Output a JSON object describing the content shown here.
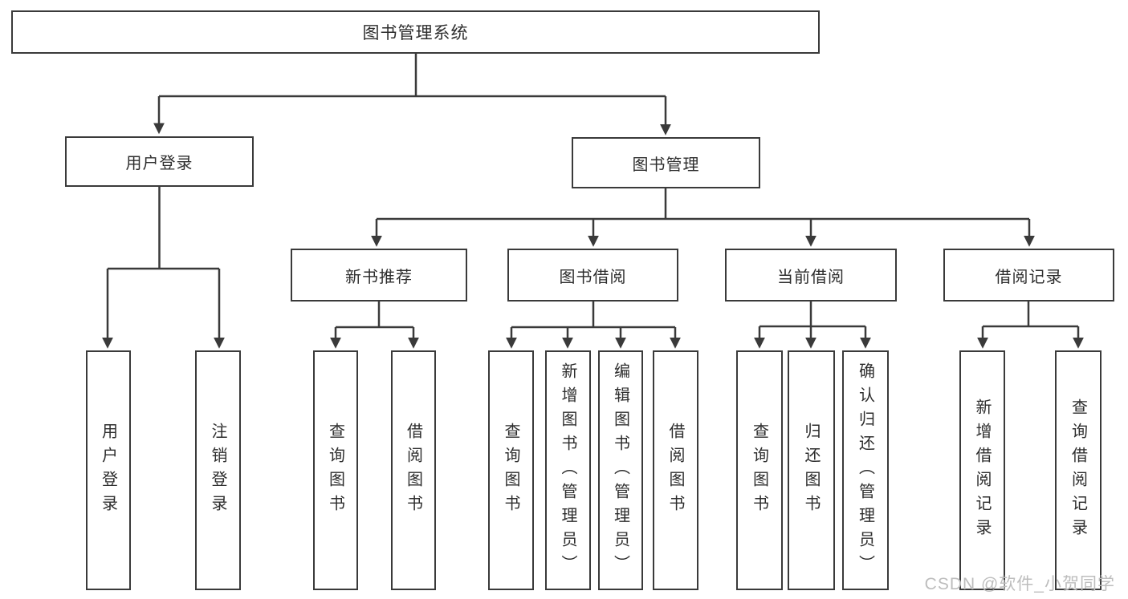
{
  "diagram": {
    "root": {
      "label": "图书管理系统"
    },
    "branches": [
      {
        "label": "用户登录",
        "children": [
          {
            "label": "用户登录"
          },
          {
            "label": "注销登录"
          }
        ]
      },
      {
        "label": "图书管理",
        "children": [
          {
            "label": "新书推荐",
            "children": [
              {
                "label": "查询图书"
              },
              {
                "label": "借阅图书"
              }
            ]
          },
          {
            "label": "图书借阅",
            "children": [
              {
                "label": "查询图书"
              },
              {
                "label": "新增图书（管理员）"
              },
              {
                "label": "编辑图书（管理员）"
              },
              {
                "label": "借阅图书"
              }
            ]
          },
          {
            "label": "当前借阅",
            "children": [
              {
                "label": "查询图书"
              },
              {
                "label": "归还图书"
              },
              {
                "label": "确认归还（管理员）"
              }
            ]
          },
          {
            "label": "借阅记录",
            "children": [
              {
                "label": "新增借阅记录"
              },
              {
                "label": "查询借阅记录"
              }
            ]
          }
        ]
      }
    ],
    "watermark": "CSDN @软件_小贺同学",
    "colors": {
      "line": "#3a3a3a",
      "border": "#3a3a3a",
      "text": "#2d2d2d",
      "background": "#ffffff",
      "watermark": "#bdbdbd"
    }
  }
}
